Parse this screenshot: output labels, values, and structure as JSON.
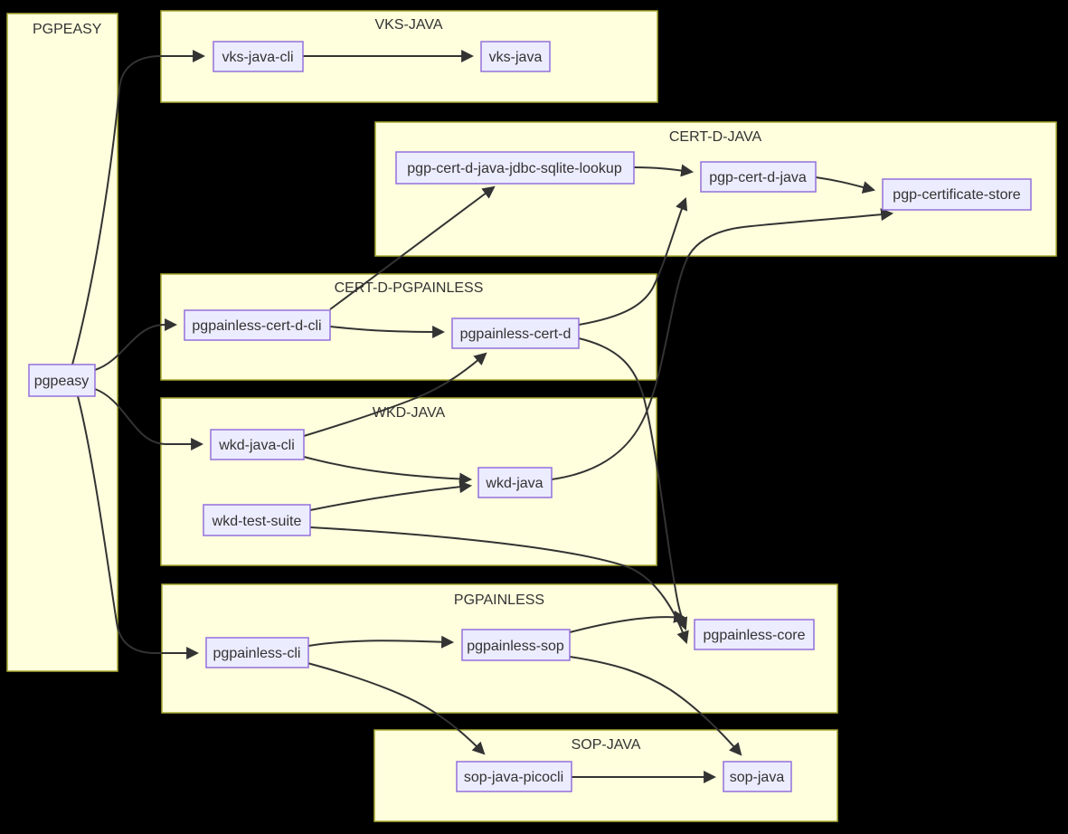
{
  "diagram": {
    "type": "dependency-graph",
    "background_color": "#000000",
    "cluster_fill": "#ffffde",
    "cluster_border": "#aaaa33",
    "node_fill": "#ececff",
    "node_border": "#9370db",
    "edge_color": "#333333",
    "text_color": "#333333"
  },
  "clusters": [
    {
      "id": "pgpeasy-group",
      "label": "PGPEASY"
    },
    {
      "id": "vks-java-group",
      "label": "VKS-JAVA"
    },
    {
      "id": "cert-d-java-group",
      "label": "CERT-D-JAVA"
    },
    {
      "id": "cert-d-pgpainless-group",
      "label": "CERT-D-PGPAINLESS"
    },
    {
      "id": "wkd-java-group",
      "label": "WKD-JAVA"
    },
    {
      "id": "pgpainless-group",
      "label": "PGPAINLESS"
    },
    {
      "id": "sop-java-group",
      "label": "SOP-JAVA"
    }
  ],
  "nodes": [
    {
      "id": "pgpeasy",
      "label": "pgpeasy",
      "cluster": "PGPEASY"
    },
    {
      "id": "vks-java-cli",
      "label": "vks-java-cli",
      "cluster": "VKS-JAVA"
    },
    {
      "id": "vks-java",
      "label": "vks-java",
      "cluster": "VKS-JAVA"
    },
    {
      "id": "pgp-cert-d-java-jdbc-sqlite-lookup",
      "label": "pgp-cert-d-java-jdbc-sqlite-lookup",
      "cluster": "CERT-D-JAVA"
    },
    {
      "id": "pgp-cert-d-java",
      "label": "pgp-cert-d-java",
      "cluster": "CERT-D-JAVA"
    },
    {
      "id": "pgp-certificate-store",
      "label": "pgp-certificate-store",
      "cluster": "CERT-D-JAVA"
    },
    {
      "id": "pgpainless-cert-d-cli",
      "label": "pgpainless-cert-d-cli",
      "cluster": "CERT-D-PGPAINLESS"
    },
    {
      "id": "pgpainless-cert-d",
      "label": "pgpainless-cert-d",
      "cluster": "CERT-D-PGPAINLESS"
    },
    {
      "id": "wkd-java-cli",
      "label": "wkd-java-cli",
      "cluster": "WKD-JAVA"
    },
    {
      "id": "wkd-java",
      "label": "wkd-java",
      "cluster": "WKD-JAVA"
    },
    {
      "id": "wkd-test-suite",
      "label": "wkd-test-suite",
      "cluster": "WKD-JAVA"
    },
    {
      "id": "pgpainless-cli",
      "label": "pgpainless-cli",
      "cluster": "PGPAINLESS"
    },
    {
      "id": "pgpainless-sop",
      "label": "pgpainless-sop",
      "cluster": "PGPAINLESS"
    },
    {
      "id": "pgpainless-core",
      "label": "pgpainless-core",
      "cluster": "PGPAINLESS"
    },
    {
      "id": "sop-java-picocli",
      "label": "sop-java-picocli",
      "cluster": "SOP-JAVA"
    },
    {
      "id": "sop-java",
      "label": "sop-java",
      "cluster": "SOP-JAVA"
    }
  ],
  "edges": [
    {
      "from": "pgpeasy",
      "to": "vks-java-cli"
    },
    {
      "from": "pgpeasy",
      "to": "pgpainless-cert-d-cli"
    },
    {
      "from": "pgpeasy",
      "to": "wkd-java-cli"
    },
    {
      "from": "pgpeasy",
      "to": "pgpainless-cli"
    },
    {
      "from": "vks-java-cli",
      "to": "vks-java"
    },
    {
      "from": "pgp-cert-d-java-jdbc-sqlite-lookup",
      "to": "pgp-cert-d-java"
    },
    {
      "from": "pgp-cert-d-java",
      "to": "pgp-certificate-store"
    },
    {
      "from": "pgpainless-cert-d-cli",
      "to": "pgp-cert-d-java-jdbc-sqlite-lookup"
    },
    {
      "from": "pgpainless-cert-d-cli",
      "to": "pgpainless-cert-d"
    },
    {
      "from": "pgpainless-cert-d",
      "to": "pgp-cert-d-java"
    },
    {
      "from": "pgpainless-cert-d",
      "to": "pgpainless-core"
    },
    {
      "from": "wkd-java-cli",
      "to": "pgpainless-cert-d"
    },
    {
      "from": "wkd-java-cli",
      "to": "wkd-java"
    },
    {
      "from": "wkd-test-suite",
      "to": "wkd-java"
    },
    {
      "from": "wkd-test-suite",
      "to": "pgpainless-core"
    },
    {
      "from": "wkd-java",
      "to": "pgp-certificate-store"
    },
    {
      "from": "pgpainless-cli",
      "to": "pgpainless-sop"
    },
    {
      "from": "pgpainless-cli",
      "to": "sop-java-picocli"
    },
    {
      "from": "pgpainless-sop",
      "to": "pgpainless-core"
    },
    {
      "from": "pgpainless-sop",
      "to": "sop-java"
    },
    {
      "from": "sop-java-picocli",
      "to": "sop-java"
    }
  ]
}
